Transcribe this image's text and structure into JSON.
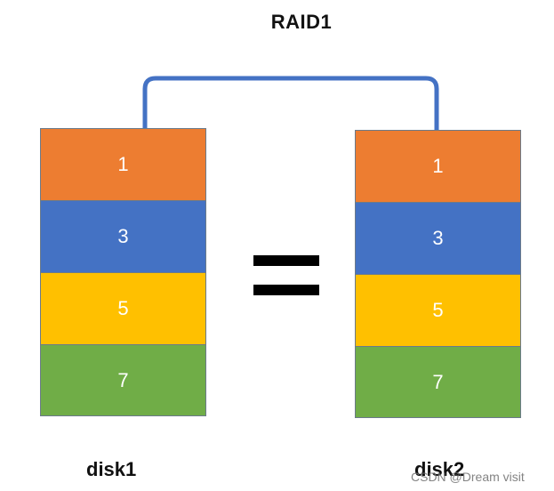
{
  "title": "RAID1",
  "colors": {
    "orange": "#ED7D31",
    "blue": "#4472C4",
    "yellow": "#FFC000",
    "green": "#70AD47",
    "connector": "#4472C4"
  },
  "disks": [
    {
      "label": "disk1",
      "blocks": [
        {
          "text": "1",
          "color": "#ED7D31"
        },
        {
          "text": "3",
          "color": "#4472C4"
        },
        {
          "text": "5",
          "color": "#FFC000"
        },
        {
          "text": "7",
          "color": "#70AD47"
        }
      ]
    },
    {
      "label": "disk2",
      "blocks": [
        {
          "text": "1",
          "color": "#ED7D31"
        },
        {
          "text": "3",
          "color": "#4472C4"
        },
        {
          "text": "5",
          "color": "#FFC000"
        },
        {
          "text": "7",
          "color": "#70AD47"
        }
      ]
    }
  ],
  "watermark": "CSDN @Dream visit"
}
